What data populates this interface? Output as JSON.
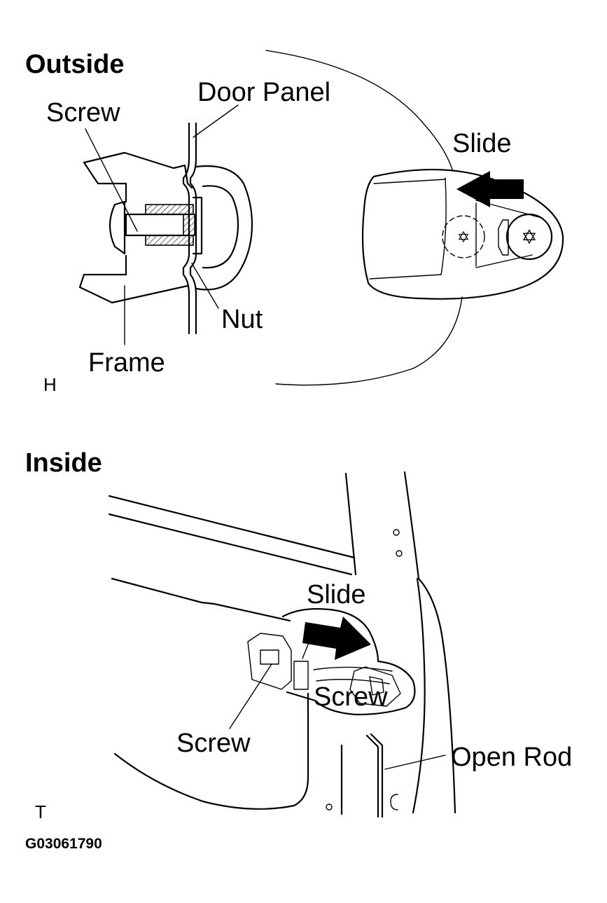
{
  "sections": {
    "outside": {
      "title": "Outside",
      "labels": {
        "door_panel": "Door Panel",
        "screw": "Screw",
        "slide": "Slide",
        "nut": "Nut",
        "frame": "Frame"
      },
      "view_mark": "H"
    },
    "inside": {
      "title": "Inside",
      "labels": {
        "slide": "Slide",
        "screw_top": "Screw",
        "screw_bottom": "Screw",
        "open_rod": "Open Rod"
      },
      "view_mark": "T"
    }
  },
  "figure_code": "G03061790"
}
